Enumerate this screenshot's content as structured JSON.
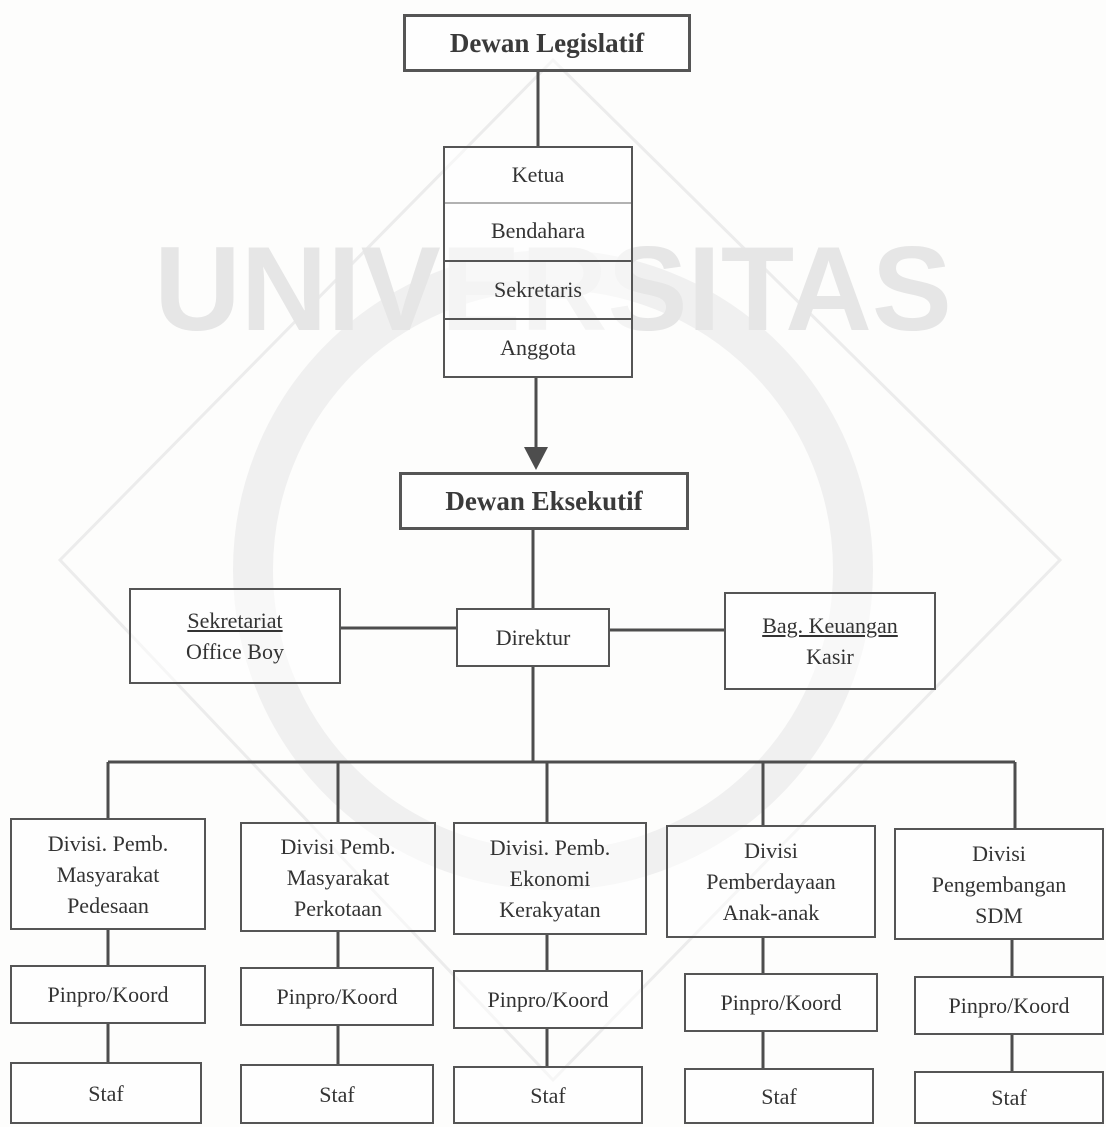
{
  "legislative": {
    "title": "Dewan Legislatif",
    "members": [
      "Ketua",
      "Bendahara",
      "Sekretaris",
      "Anggota"
    ]
  },
  "executive": {
    "title": "Dewan Eksekutif"
  },
  "director": "Direktur",
  "secretariat": {
    "line1": "Sekretariat",
    "line2": "Office Boy"
  },
  "finance": {
    "line1": "Bag. Keuangan",
    "line2": "Kasir"
  },
  "divisions": [
    {
      "name_lines": [
        "Divisi. Pemb.",
        "Masyarakat",
        "Pedesaan"
      ],
      "coordinator": "Pinpro/Koord",
      "staff": "Staf"
    },
    {
      "name_lines": [
        "Divisi Pemb.",
        "Masyarakat",
        "Perkotaan"
      ],
      "coordinator": "Pinpro/Koord",
      "staff": "Staf"
    },
    {
      "name_lines": [
        "Divisi. Pemb.",
        "Ekonomi",
        "Kerakyatan"
      ],
      "coordinator": "Pinpro/Koord",
      "staff": "Staf"
    },
    {
      "name_lines": [
        "Divisi",
        "Pemberdayaan",
        "Anak-anak"
      ],
      "coordinator": "Pinpro/Koord",
      "staff": "Staf"
    },
    {
      "name_lines": [
        "Divisi",
        "Pengembangan",
        "SDM"
      ],
      "coordinator": "Pinpro/Koord",
      "staff": "Staf"
    }
  ],
  "watermark": {
    "text": "UNIVERSITAS",
    "color": "#e6e6e6"
  },
  "colors": {
    "line": "#4d4d4d",
    "border": "#555555"
  }
}
